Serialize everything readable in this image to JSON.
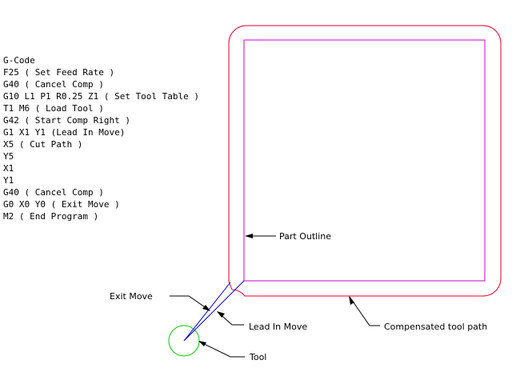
{
  "gcode": {
    "lines": [
      "G-Code",
      "F25 ( Set Feed Rate )",
      "G40 ( Cancel Comp )",
      "G10 L1 P1 R0.25 Z1 ( Set Tool Table )",
      "T1 M6 ( Load Tool )",
      "G42 ( Start Comp Right )",
      "G1 X1 Y1 (Lead In Move)",
      "X5 ( Cut Path )",
      "Y5",
      "X1",
      "Y1",
      "G40 ( Cancel Comp )",
      "G0 X0 Y0 ( Exit Move )",
      "M2 ( End Program )"
    ]
  },
  "labels": {
    "part_outline": "Part Outline",
    "exit_move": "Exit Move",
    "lead_in_move": "Lead In Move",
    "compensated_tool_path": "Compensated tool path",
    "tool": "Tool"
  },
  "colors": {
    "part_outline": "#cc00cc",
    "compensated_path": "#e8002a",
    "tool": "#00cc00",
    "moves": "#0000cc",
    "leader": "#000000"
  }
}
